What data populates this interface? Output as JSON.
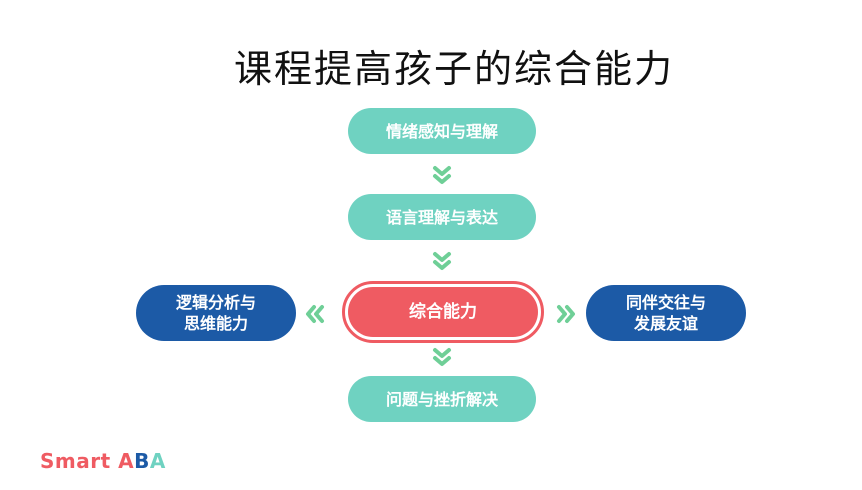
{
  "title": "课程提高孩子的综合能力",
  "nodes": {
    "emotion": "情绪感知与理解",
    "language": "语言理解与表达",
    "core": "综合能力",
    "problem": "问题与挫折解决",
    "logic": "逻辑分析与\n思维能力",
    "social": "同伴交往与\n发展友谊"
  },
  "logo": {
    "word": "Smart",
    "letter_a1": "A",
    "letter_b": "B",
    "letter_a2": "A"
  },
  "colors": {
    "teal": "#6fd2c1",
    "blue": "#1c5aa6",
    "red": "#ef5b62",
    "arrow_green": "#6fcf97"
  },
  "icons": {
    "arrow_down": "double-chevron-down-icon",
    "arrow_left": "double-chevron-left-icon",
    "arrow_right": "double-chevron-right-icon"
  }
}
